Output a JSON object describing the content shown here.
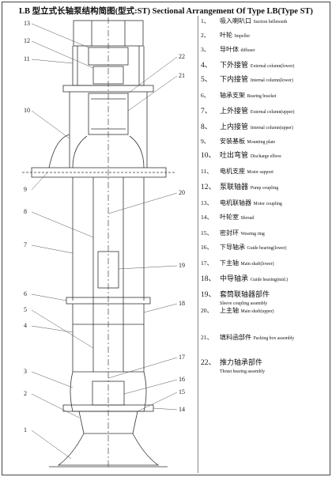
{
  "title": "LB 型立式长轴泵结构简图(型式:ST) Sectional Arrangement Of Type LB(Type ST)",
  "callouts": [
    "13",
    "12",
    "11",
    "22",
    "21",
    "10",
    "9",
    "20",
    "8",
    "7",
    "19",
    "6",
    "18",
    "5",
    "4",
    "3",
    "17",
    "16",
    "2",
    "15",
    "14",
    "1"
  ],
  "legend": [
    {
      "num": "1、",
      "cn": "吸入喇叭口",
      "en": "Suction bellmouth"
    },
    {
      "num": "2、",
      "cn": "叶轮",
      "en": "Impeller"
    },
    {
      "num": "3、",
      "cn": "导叶体",
      "en": "diffuser"
    },
    {
      "num": "4、",
      "cn": "下外接管",
      "en": "External column(lower)"
    },
    {
      "num": "5、",
      "cn": "下内接管",
      "en": "Internal column(lower)"
    },
    {
      "num": "6、",
      "cn": "轴承支架",
      "en": "Bearing bracket"
    },
    {
      "num": "7、",
      "cn": "上外接管",
      "en": "External column(upper)"
    },
    {
      "num": "8、",
      "cn": "上内接管",
      "en": "Internal column(upper)"
    },
    {
      "num": "9、",
      "cn": "安装基板",
      "en": "Mounting plate"
    },
    {
      "num": "10、",
      "cn": "吐出弯管",
      "en": "Discharge elbow"
    },
    {
      "num": "11、",
      "cn": "电机支座",
      "en": "Motor support"
    },
    {
      "num": "12、",
      "cn": "泵联轴器",
      "en": "Pump coupling"
    },
    {
      "num": "13、",
      "cn": "电机联轴器",
      "en": "Motor coupling"
    },
    {
      "num": "14、",
      "cn": "叶轮室",
      "en": "Shroud"
    },
    {
      "num": "15、",
      "cn": "密封环",
      "en": "Wearing ring"
    },
    {
      "num": "16、",
      "cn": "下导轴承",
      "en": "Guide bearing(lower)"
    },
    {
      "num": "17、",
      "cn": "下主轴",
      "en": "Main shaft(lower)"
    },
    {
      "num": "18、",
      "cn": "中导轴承",
      "en": "Guide bearing(mid.)"
    },
    {
      "num": "19、",
      "cn": "套筒联轴器部件",
      "en": "Sleeve coupling assembly"
    },
    {
      "num": "20、",
      "cn": "上主轴",
      "en": "Main shaft(upper)"
    },
    {
      "num": "21、",
      "cn": "填料函部件",
      "en": "Packing box assembly"
    },
    {
      "num": "22、",
      "cn": "推力轴承部件",
      "en": "Thrust bearing assembly"
    }
  ]
}
